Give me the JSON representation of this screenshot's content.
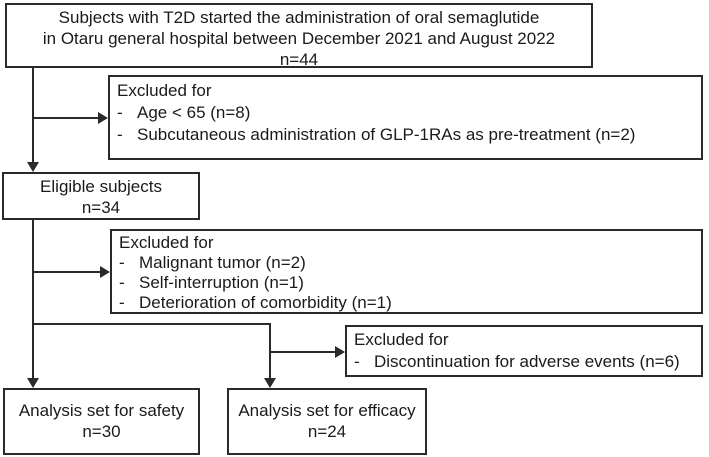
{
  "figure": {
    "type": "flow-diagram",
    "background_color": "#ffffff",
    "line_color": "#2a2a2a",
    "text_color": "#1a1a1a"
  },
  "bullet": "-",
  "boxes": {
    "source": {
      "line1": "Subjects with T2D started the administration of oral semaglutide",
      "line2": "in Otaru general hospital between December 2021 and August 2022",
      "line3": "n=44"
    },
    "excluded1": {
      "title": "Excluded for",
      "items": [
        "Age < 65 (n=8)",
        "Subcutaneous administration of GLP-1RAs as pre-treatment (n=2)"
      ]
    },
    "eligible": {
      "line1": "Eligible subjects",
      "line2": "n=34"
    },
    "excluded2": {
      "title": "Excluded for",
      "items": [
        "Malignant tumor (n=2)",
        "Self-interruption (n=1)",
        "Deterioration of comorbidity (n=1)"
      ]
    },
    "excluded3": {
      "title": "Excluded for",
      "items": [
        "Discontinuation for adverse events (n=6)"
      ]
    },
    "safety": {
      "line1": "Analysis set for safety",
      "line2": "n=30"
    },
    "efficacy": {
      "line1": "Analysis set for efficacy",
      "line2": "n=24"
    }
  }
}
